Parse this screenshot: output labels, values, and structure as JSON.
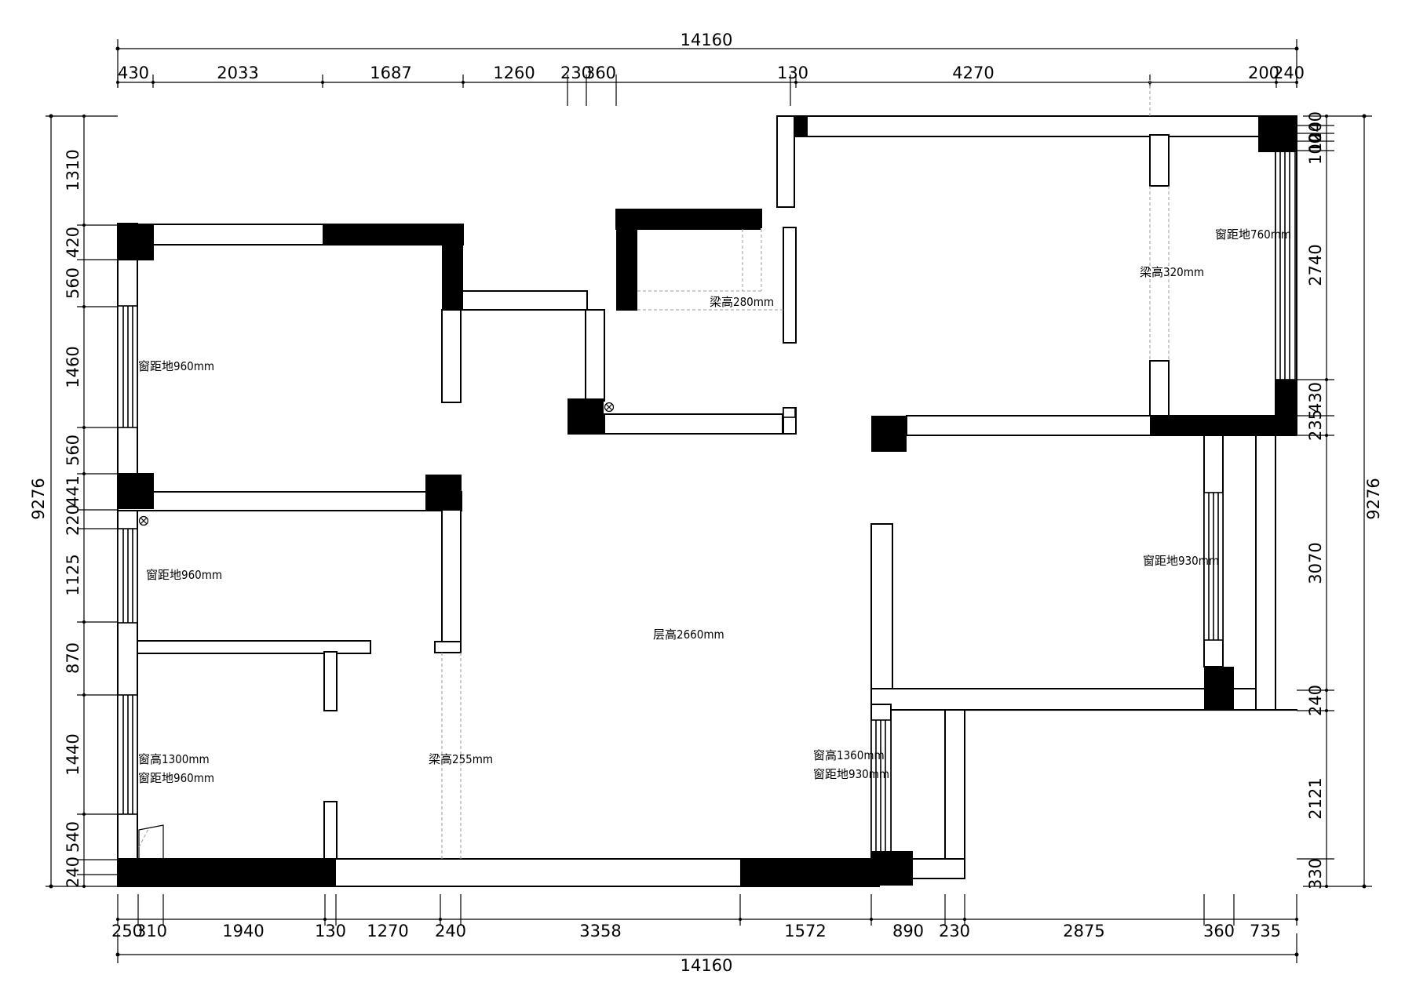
{
  "overall": {
    "top_total": "14160",
    "bottom_total": "14160",
    "left_total": "9276",
    "right_total": "9276"
  },
  "dims": {
    "top": [
      "430",
      "2033",
      "1687",
      "1260",
      "230",
      "360",
      "130",
      "4270",
      "200",
      "240"
    ],
    "bottom": [
      "250",
      "310",
      "1940",
      "130",
      "1270",
      "240",
      "3358",
      "1572",
      "890",
      "230",
      "2875",
      "360",
      "735"
    ],
    "left": [
      "1310",
      "420",
      "560",
      "1460",
      "560",
      "441",
      "220",
      "1125",
      "870",
      "1440",
      "540",
      "240"
    ],
    "right": [
      "240",
      "100",
      "100",
      "2740",
      "430",
      "235",
      "3070",
      "240",
      "2121",
      "330"
    ]
  },
  "annotations": {
    "win_upper_left": "窗距地960mm",
    "win_mid_left": "窗距地960mm",
    "win_lower_left_height": "窗高1300mm",
    "win_lower_left_sill": "窗距地960mm",
    "beam_280": "梁高280mm",
    "beam_320": "梁高320mm",
    "win_right_top": "窗距地760mm",
    "win_right_mid": "窗距地930mm",
    "floor_height": "层高2660mm",
    "beam_255": "梁高255mm",
    "win_bottom_height": "窗高1360mm",
    "win_bottom_sill": "窗距地930mm"
  }
}
